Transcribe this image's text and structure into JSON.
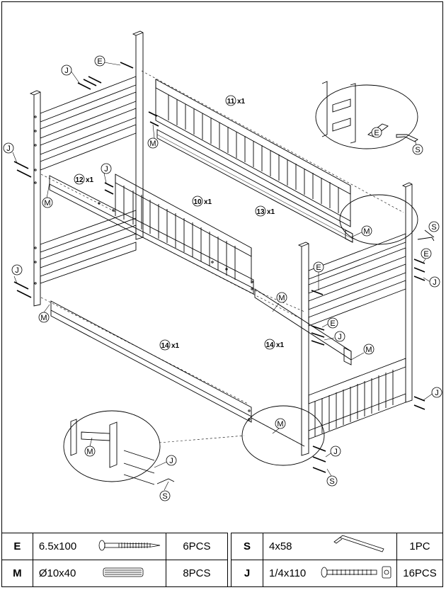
{
  "callouts": {
    "e": "E",
    "j": "J",
    "m": "M",
    "s": "S",
    "p10": "10",
    "p11": "11",
    "p12": "12",
    "p13": "13",
    "p14": "14",
    "x1": "x1"
  },
  "parts": [
    {
      "code": "E",
      "spec": "6.5x100",
      "qty": "6PCS",
      "icon": "wood-screw-icon"
    },
    {
      "code": "S",
      "spec": "4x58",
      "qty": "1PC",
      "icon": "allen-key-icon"
    },
    {
      "code": "M",
      "spec": "Ø10x40",
      "qty": "8PCS",
      "icon": "wooden-dowel-icon"
    },
    {
      "code": "J",
      "spec": "1/4x110",
      "qty": "16PCS",
      "icon": "bolt-barrel-nut-icon"
    }
  ]
}
